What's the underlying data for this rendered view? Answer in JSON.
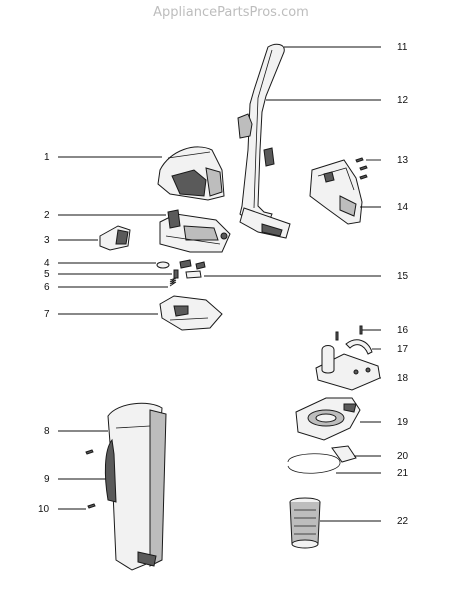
{
  "watermark": "AppliancePartsPros.com",
  "callouts": [
    "1",
    "2",
    "3",
    "4",
    "5",
    "6",
    "7",
    "8",
    "9",
    "10",
    "11",
    "12",
    "13",
    "14",
    "15",
    "16",
    "17",
    "18",
    "19",
    "20",
    "21",
    "22"
  ]
}
